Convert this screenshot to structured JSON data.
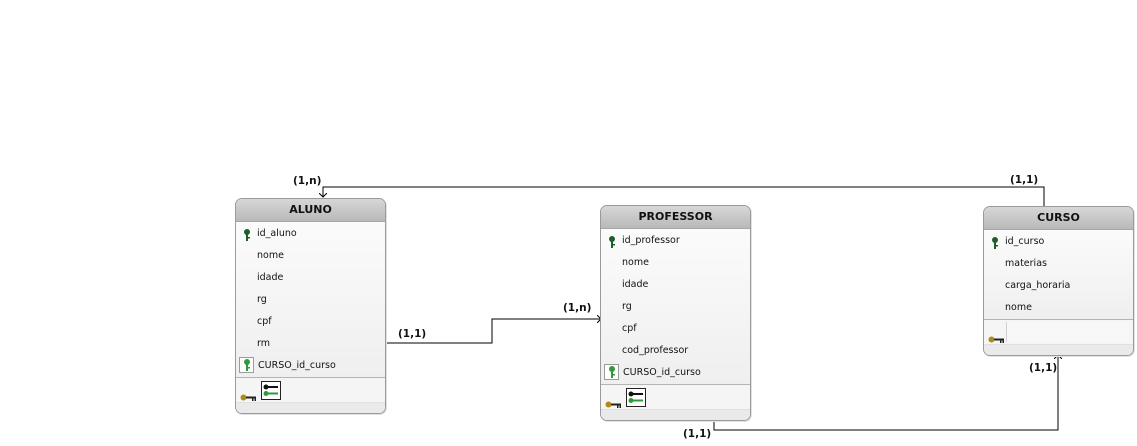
{
  "entities": {
    "aluno": {
      "title": "ALUNO",
      "fields": [
        "id_aluno",
        "nome",
        "idade",
        "rg",
        "cpf",
        "rm",
        "CURSO_id_curso"
      ]
    },
    "professor": {
      "title": "PROFESSOR",
      "fields": [
        "id_professor",
        "nome",
        "idade",
        "rg",
        "cpf",
        "cod_professor",
        "CURSO_id_curso"
      ]
    },
    "curso": {
      "title": "CURSO",
      "fields": [
        "id_curso",
        "materias",
        "carga_horaria",
        "nome"
      ]
    }
  },
  "relationships": {
    "curso_aluno": {
      "from_label": "(1,1)",
      "to_label": "(1,n)"
    },
    "aluno_professor": {
      "from_label": "(1,1)",
      "to_label": "(1,n)"
    },
    "curso_professor": {
      "from_label": "(1,1)",
      "to_label": "(1,1)"
    }
  },
  "icons": {
    "primary_key": "key-icon",
    "foreign_key": "foreign-key-icon",
    "index": "index-key-icon"
  },
  "colors": {
    "header": "#c4c4c4",
    "pk_key": "#1e5e2a",
    "fk_key": "#2e9a3c",
    "index_key": "#b08a18",
    "edge": "#000000"
  }
}
